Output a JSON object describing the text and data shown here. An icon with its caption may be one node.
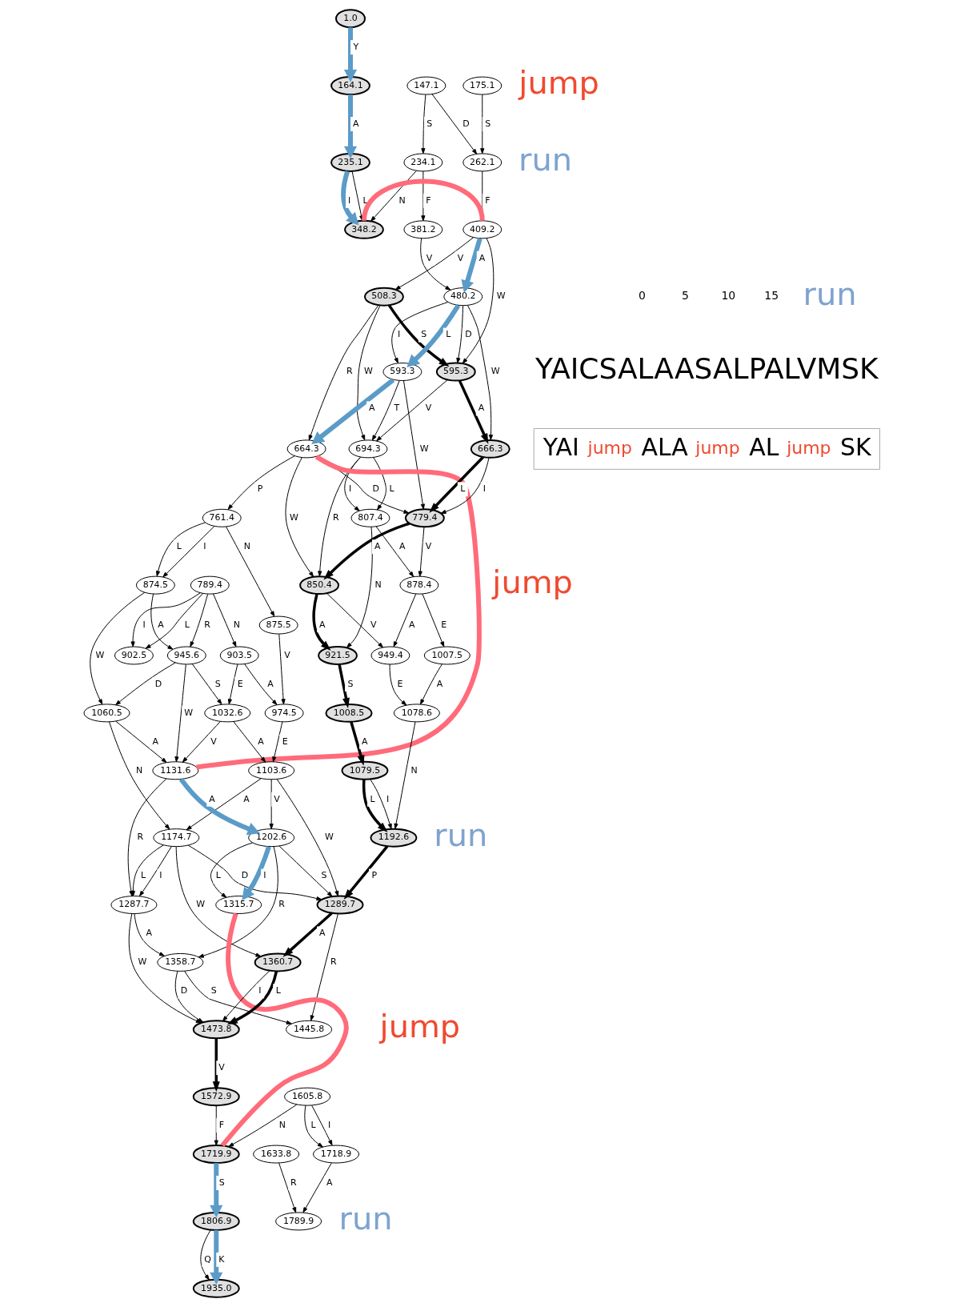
{
  "diagram": {
    "nodes": [
      {
        "text": [
          "1.0"
        ]
      },
      {
        "text": [
          "175.1"
        ]
      },
      {
        "text": [
          "147.1"
        ]
      },
      {
        "text": [
          "164.1"
        ]
      },
      {
        "text": [
          "262.1"
        ]
      },
      {
        "text": [
          "234.1"
        ]
      },
      {
        "text": [
          "235.1"
        ]
      },
      {
        "text": [
          "409.2"
        ]
      },
      {
        "text": [
          "381.2"
        ]
      },
      {
        "text": [
          "348.2"
        ]
      },
      {
        "text": [
          "508.3"
        ]
      },
      {
        "text": [
          "480.2"
        ]
      },
      {
        "text": [
          "595.3"
        ]
      },
      {
        "text": [
          "593.3"
        ]
      },
      {
        "text": [
          "694.3"
        ]
      },
      {
        "text": [
          "664.3"
        ]
      },
      {
        "text": [
          "666.3"
        ]
      },
      {
        "text": [
          "761.4"
        ]
      },
      {
        "text": [
          "807.4"
        ]
      },
      {
        "text": [
          "779.4"
        ]
      },
      {
        "text": [
          "875.5"
        ]
      },
      {
        "text": [
          "874.5"
        ]
      },
      {
        "text": [
          "789.4"
        ]
      },
      {
        "text": [
          "878.4"
        ]
      },
      {
        "text": [
          "850.4"
        ]
      },
      {
        "text": [
          "945.6"
        ]
      },
      {
        "text": [
          "903.5"
        ]
      },
      {
        "text": [
          "902.5"
        ]
      },
      {
        "text": [
          "921.5"
        ]
      },
      {
        "text": [
          "1007.5"
        ]
      },
      {
        "text": [
          "949.4"
        ]
      },
      {
        "text": [
          "1060.5"
        ]
      },
      {
        "text": [
          "974.5"
        ]
      },
      {
        "text": [
          "1032.6"
        ]
      },
      {
        "text": [
          "1008.5"
        ]
      },
      {
        "text": [
          "1078.6"
        ]
      },
      {
        "text": [
          "1103.6"
        ]
      },
      {
        "text": [
          "1131.6"
        ]
      },
      {
        "text": [
          "1079.5"
        ]
      },
      {
        "text": [
          "1174.7"
        ]
      },
      {
        "text": [
          "1202.6"
        ]
      },
      {
        "text": [
          "1192.6"
        ]
      },
      {
        "text": [
          "1287.7"
        ]
      },
      {
        "text": [
          "1289.7"
        ]
      },
      {
        "text": [
          "1315.7"
        ]
      },
      {
        "text": [
          "1360.7"
        ]
      },
      {
        "text": [
          "1358.7"
        ]
      },
      {
        "text": [
          "1473.8"
        ]
      },
      {
        "text": [
          "1445.8"
        ]
      },
      {
        "text": [
          "1572.9"
        ]
      },
      {
        "text": [
          "1605.8"
        ]
      },
      {
        "text": [
          "1718.9"
        ]
      },
      {
        "text": [
          "1633.8"
        ]
      },
      {
        "text": [
          "1719.9"
        ]
      },
      {
        "text": [
          "1789.9"
        ]
      },
      {
        "text": [
          "1806.9"
        ]
      },
      {
        "text": [
          "1935.0"
        ]
      },
      {
        "text": [
          "YAI",
          "jump",
          "ALA",
          "jump",
          "AL",
          "jump",
          "SK"
        ]
      }
    ],
    "edges": [
      {
        "from": 9,
        "to": 7,
        "arrow": "none",
        "style": "thick",
        "color": "#ff6b7a"
      },
      {
        "from": 15,
        "to": 37,
        "arrow": "none",
        "style": "thick",
        "color": "#ff6b7a"
      },
      {
        "from": 44,
        "to": 53,
        "arrow": "none",
        "style": "thick",
        "color": "#ff6b7a"
      },
      {
        "from": 0,
        "to": 3,
        "arrow": "to",
        "label": "Y",
        "style": "thick",
        "color": "#5b9bc8"
      },
      {
        "from": 3,
        "to": 6,
        "arrow": "to",
        "label": "A",
        "style": "thick",
        "color": "#5b9bc8"
      },
      {
        "from": 6,
        "to": 9,
        "arrow": "to",
        "label": "L"
      },
      {
        "from": 6,
        "to": 9,
        "arrow": "to",
        "label": "I",
        "style": "thick",
        "color": "#5b9bc8"
      },
      {
        "from": 1,
        "to": 4,
        "arrow": "to",
        "label": "S"
      },
      {
        "from": 2,
        "to": 4,
        "arrow": "to",
        "label": "D"
      },
      {
        "from": 2,
        "to": 5,
        "arrow": "to",
        "label": "S"
      },
      {
        "from": 4,
        "to": 7,
        "arrow": "to",
        "label": "F"
      },
      {
        "from": 5,
        "to": 8,
        "arrow": "to",
        "label": "F"
      },
      {
        "from": 5,
        "to": 9,
        "arrow": "to",
        "label": "N"
      },
      {
        "from": 7,
        "to": 10,
        "arrow": "to",
        "label": "V"
      },
      {
        "from": 7,
        "to": 12,
        "arrow": "to",
        "label": "W"
      },
      {
        "from": 7,
        "to": 11,
        "arrow": "to",
        "label": "A",
        "style": "thick",
        "color": "#5b9bc8"
      },
      {
        "from": 8,
        "to": 11,
        "arrow": "to",
        "label": "V"
      },
      {
        "from": 10,
        "to": 12,
        "arrow": "to",
        "label": "S",
        "style": "thick"
      },
      {
        "from": 10,
        "to": 14,
        "arrow": "to",
        "label": "W"
      },
      {
        "from": 10,
        "to": 15,
        "arrow": "to",
        "label": "R"
      },
      {
        "from": 11,
        "to": 12,
        "arrow": "to",
        "label": "D"
      },
      {
        "from": 11,
        "to": 13,
        "arrow": "to",
        "label": "L",
        "style": "thick",
        "color": "#5b9bc8"
      },
      {
        "from": 11,
        "to": 13,
        "arrow": "to",
        "label": "I"
      },
      {
        "from": 11,
        "to": 16,
        "arrow": "to",
        "label": "W"
      },
      {
        "from": 12,
        "to": 14,
        "arrow": "to",
        "label": "V"
      },
      {
        "from": 12,
        "to": 16,
        "arrow": "to",
        "label": "A",
        "style": "thick"
      },
      {
        "from": 13,
        "to": 14,
        "arrow": "to",
        "label": "T"
      },
      {
        "from": 13,
        "to": 15,
        "arrow": "to",
        "label": "A",
        "style": "thick",
        "color": "#5b9bc8"
      },
      {
        "from": 13,
        "to": 19,
        "arrow": "to",
        "label": "W"
      },
      {
        "from": 14,
        "to": 18,
        "arrow": "to",
        "label": "L"
      },
      {
        "from": 14,
        "to": 18,
        "arrow": "to",
        "label": "I"
      },
      {
        "from": 14,
        "to": 24,
        "arrow": "to",
        "label": "R"
      },
      {
        "from": 15,
        "to": 17,
        "arrow": "to",
        "label": "P"
      },
      {
        "from": 15,
        "to": 24,
        "arrow": "to",
        "label": "W"
      },
      {
        "from": 15,
        "to": 19,
        "arrow": "to",
        "label": "D"
      },
      {
        "from": 16,
        "to": 19,
        "arrow": "to",
        "label": "L",
        "style": "thick"
      },
      {
        "from": 16,
        "to": 19,
        "arrow": "to",
        "label": "I"
      },
      {
        "from": 17,
        "to": 20,
        "arrow": "to",
        "label": "N"
      },
      {
        "from": 17,
        "to": 21,
        "arrow": "to",
        "label": "I"
      },
      {
        "from": 17,
        "to": 21,
        "arrow": "to",
        "label": "L"
      },
      {
        "from": 18,
        "to": 28,
        "arrow": "to",
        "label": "N"
      },
      {
        "from": 18,
        "to": 23,
        "arrow": "to",
        "label": "A"
      },
      {
        "from": 19,
        "to": 23,
        "arrow": "to",
        "label": "V"
      },
      {
        "from": 19,
        "to": 24,
        "arrow": "to",
        "label": "A",
        "style": "thick"
      },
      {
        "from": 20,
        "to": 32,
        "arrow": "to",
        "label": "V"
      },
      {
        "from": 21,
        "to": 31,
        "arrow": "to",
        "label": "W"
      },
      {
        "from": 21,
        "to": 25,
        "arrow": "to",
        "label": "A"
      },
      {
        "from": 22,
        "to": 25,
        "arrow": "to",
        "label": "R"
      },
      {
        "from": 22,
        "to": 26,
        "arrow": "to",
        "label": "N"
      },
      {
        "from": 22,
        "to": 27,
        "arrow": "to",
        "label": "I"
      },
      {
        "from": 22,
        "to": 27,
        "arrow": "to",
        "label": "L"
      },
      {
        "from": 23,
        "to": 29,
        "arrow": "to",
        "label": "E"
      },
      {
        "from": 23,
        "to": 30,
        "arrow": "to",
        "label": "A"
      },
      {
        "from": 24,
        "to": 28,
        "arrow": "to",
        "label": "A",
        "style": "thick"
      },
      {
        "from": 24,
        "to": 30,
        "arrow": "to",
        "label": "V"
      },
      {
        "from": 25,
        "to": 31,
        "arrow": "to",
        "label": "D"
      },
      {
        "from": 25,
        "to": 37,
        "arrow": "to",
        "label": "W"
      },
      {
        "from": 25,
        "to": 33,
        "arrow": "to",
        "label": "S"
      },
      {
        "from": 26,
        "to": 32,
        "arrow": "to",
        "label": "A"
      },
      {
        "from": 26,
        "to": 33,
        "arrow": "to",
        "label": "E"
      },
      {
        "from": 28,
        "to": 34,
        "arrow": "to",
        "label": "S",
        "style": "thick"
      },
      {
        "from": 29,
        "to": 35,
        "arrow": "to",
        "label": "A"
      },
      {
        "from": 30,
        "to": 35,
        "arrow": "to",
        "label": "E"
      },
      {
        "from": 31,
        "to": 39,
        "arrow": "to",
        "label": "N"
      },
      {
        "from": 31,
        "to": 37,
        "arrow": "to",
        "label": "A"
      },
      {
        "from": 32,
        "to": 36,
        "arrow": "to",
        "label": "E"
      },
      {
        "from": 33,
        "to": 36,
        "arrow": "to",
        "label": "A"
      },
      {
        "from": 33,
        "to": 37,
        "arrow": "to",
        "label": "V"
      },
      {
        "from": 34,
        "to": 38,
        "arrow": "to",
        "label": "A",
        "style": "thick"
      },
      {
        "from": 35,
        "to": 41,
        "arrow": "to",
        "label": "N"
      },
      {
        "from": 36,
        "to": 39,
        "arrow": "to",
        "label": "A"
      },
      {
        "from": 36,
        "to": 43,
        "arrow": "to",
        "label": "W"
      },
      {
        "from": 36,
        "to": 40,
        "arrow": "to",
        "label": "V"
      },
      {
        "from": 37,
        "to": 42,
        "arrow": "to",
        "label": "R"
      },
      {
        "from": 37,
        "to": 40,
        "arrow": "to",
        "label": "A",
        "style": "thick",
        "color": "#5b9bc8"
      },
      {
        "from": 38,
        "to": 41,
        "arrow": "to",
        "label": "L",
        "style": "thick"
      },
      {
        "from": 38,
        "to": 41,
        "arrow": "to",
        "label": "I"
      },
      {
        "from": 39,
        "to": 42,
        "arrow": "to",
        "label": "L"
      },
      {
        "from": 39,
        "to": 42,
        "arrow": "to",
        "label": "I"
      },
      {
        "from": 39,
        "to": 43,
        "arrow": "to",
        "label": "D"
      },
      {
        "from": 39,
        "to": 45,
        "arrow": "to",
        "label": "W"
      },
      {
        "from": 40,
        "to": 43,
        "arrow": "to",
        "label": "S"
      },
      {
        "from": 41,
        "to": 43,
        "arrow": "to",
        "label": "P",
        "style": "thick"
      },
      {
        "from": 40,
        "to": 44,
        "arrow": "to",
        "label": "I",
        "style": "thick",
        "color": "#5b9bc8"
      },
      {
        "from": 40,
        "to": 44,
        "arrow": "to",
        "label": "L"
      },
      {
        "from": 40,
        "to": 46,
        "arrow": "to",
        "label": "R"
      },
      {
        "from": 42,
        "to": 46,
        "arrow": "to",
        "label": "A"
      },
      {
        "from": 42,
        "to": 47,
        "arrow": "to",
        "label": "W"
      },
      {
        "from": 43,
        "to": 45,
        "arrow": "to",
        "label": "A",
        "style": "thick"
      },
      {
        "from": 43,
        "to": 48,
        "arrow": "to",
        "label": "R"
      },
      {
        "from": 45,
        "to": 47,
        "arrow": "to",
        "label": "L",
        "style": "thick"
      },
      {
        "from": 45,
        "to": 47,
        "arrow": "to",
        "label": "I"
      },
      {
        "from": 46,
        "to": 47,
        "arrow": "to",
        "label": "D"
      },
      {
        "from": 46,
        "to": 48,
        "arrow": "to",
        "label": "S"
      },
      {
        "from": 47,
        "to": 49,
        "arrow": "to",
        "label": "V",
        "style": "thick"
      },
      {
        "from": 49,
        "to": 53,
        "arrow": "to",
        "label": "F"
      },
      {
        "from": 50,
        "to": 51,
        "arrow": "to",
        "label": "L"
      },
      {
        "from": 50,
        "to": 51,
        "arrow": "to",
        "label": "I"
      },
      {
        "from": 50,
        "to": 53,
        "arrow": "to",
        "label": "N"
      },
      {
        "from": 51,
        "to": 54,
        "arrow": "to",
        "label": "A"
      },
      {
        "from": 52,
        "to": 54,
        "arrow": "to",
        "label": "R"
      },
      {
        "from": 53,
        "to": 55,
        "arrow": "to",
        "label": "S",
        "style": "thick",
        "color": "#5b9bc8"
      },
      {
        "from": 55,
        "to": 56,
        "arrow": "to",
        "label": "Q"
      },
      {
        "from": 55,
        "to": 56,
        "arrow": "to",
        "label": "K",
        "style": "thick",
        "color": "#5b9bc8"
      }
    ],
    "labels": [
      "jump",
      "run",
      "run",
      "0",
      "5",
      "10",
      "15",
      "YAICSALAASALPALVMSK",
      "jump",
      "run",
      "jump",
      "run"
    ]
  }
}
